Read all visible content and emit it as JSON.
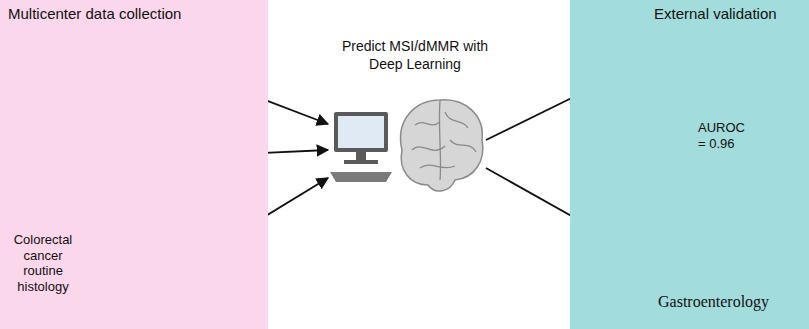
{
  "diagram": {
    "nodes": [
      {
        "text": [
          "Multicenter data collection",
          "Colorectal cancer routine histology"
        ]
      },
      {
        "text": [
          "External validation",
          "AUROC = 0.96",
          "Gastroenterology"
        ]
      }
    ],
    "labels": [
      "Predict MSI/dMMR with Deep Learning"
    ]
  }
}
